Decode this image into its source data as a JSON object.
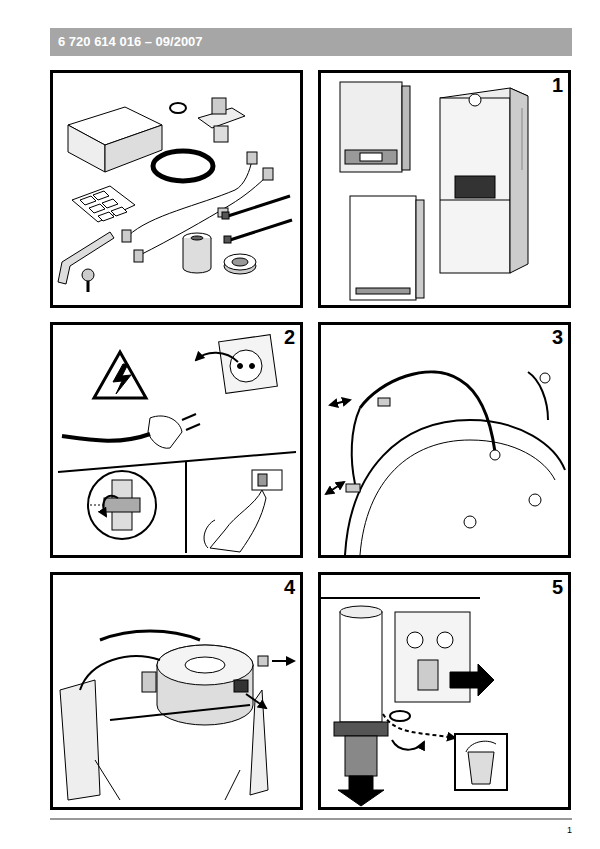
{
  "diagram": {
    "title": "6 720 614 016 – 09/2007",
    "labels": [
      "1",
      "2",
      "3",
      "4",
      "5",
      "1"
    ]
  }
}
